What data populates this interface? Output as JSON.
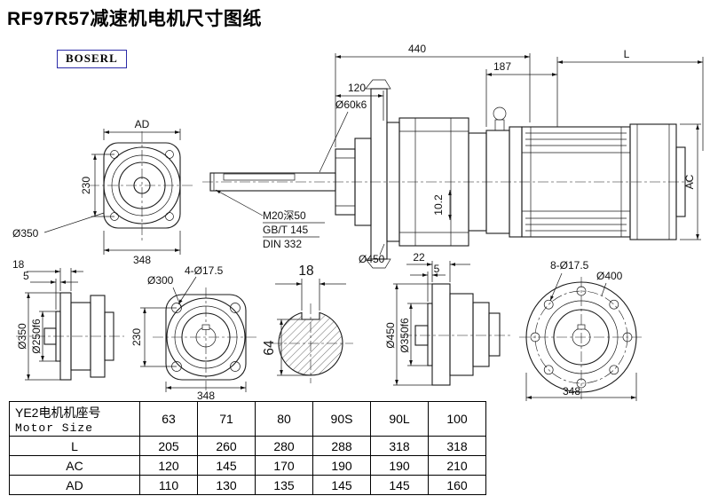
{
  "page": {
    "title": "RF97R57减速机电机尺寸图纸",
    "brand": "BOSERL"
  },
  "views": {
    "tl": {
      "ad": "AD",
      "d230": "230",
      "dia350": "Ø350",
      "d348": "348"
    },
    "main": {
      "d440": "440",
      "d120": "120",
      "d187": "187",
      "dL": "L",
      "shaft": "Ø60k6",
      "ac": "AC",
      "d102": "10.2",
      "tap": "M20深50",
      "std1": "GB/T 145",
      "std2": "DIN 332",
      "dia450": "Ø450"
    },
    "b1": {
      "d18": "18",
      "d5": "5",
      "dia350": "Ø350",
      "dia250": "Ø250f6"
    },
    "b2": {
      "holes": "4-Ø17.5",
      "dia300": "Ø300",
      "d230": "230",
      "d348": "348"
    },
    "b3": {
      "d18": "18",
      "d64": "64"
    },
    "b4": {
      "d22": "22",
      "d5": "5",
      "dia450": "Ø450",
      "dia350": "Ø350f6"
    },
    "b5": {
      "holes": "8-Ø17.5",
      "dia400": "Ø400",
      "d348": "348"
    }
  },
  "table": {
    "header_line1": "YE2电机机座号",
    "header_line2": "Motor Size",
    "sizes": [
      "63",
      "71",
      "80",
      "90S",
      "90L",
      "100"
    ],
    "rows": [
      {
        "label": "L",
        "values": [
          "205",
          "260",
          "280",
          "288",
          "318",
          "318"
        ]
      },
      {
        "label": "AC",
        "values": [
          "120",
          "145",
          "170",
          "190",
          "190",
          "210"
        ]
      },
      {
        "label": "AD",
        "values": [
          "110",
          "130",
          "135",
          "145",
          "145",
          "160"
        ]
      }
    ]
  }
}
